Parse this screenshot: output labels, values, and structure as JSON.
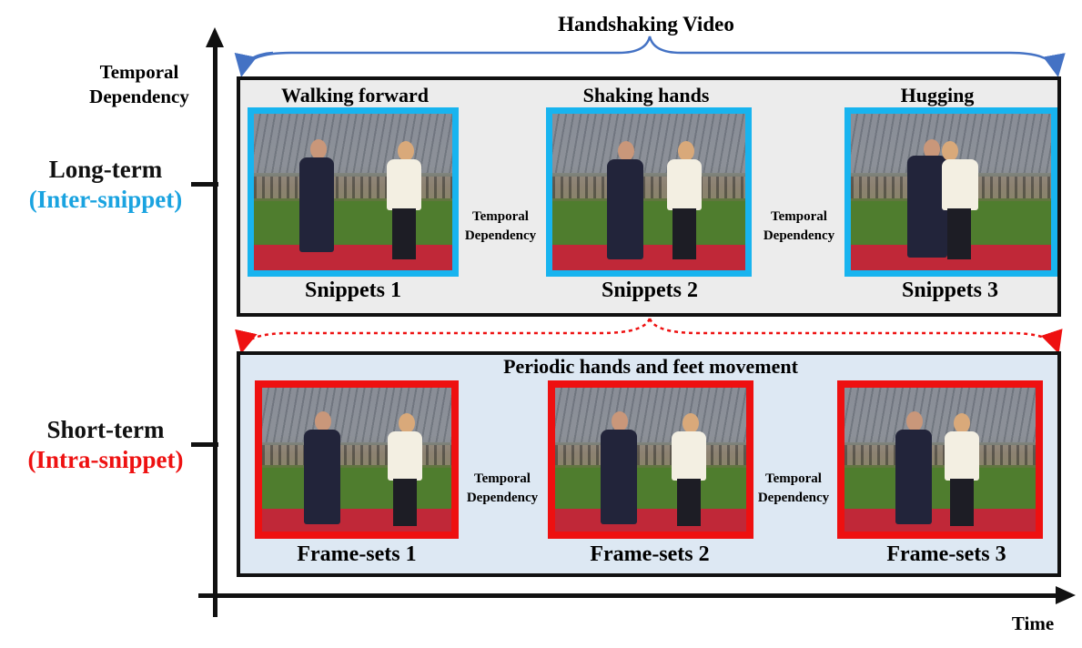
{
  "title": "Handshaking Video",
  "y_axis_label": "Temporal Dependency",
  "x_axis_label": "Time",
  "levels": {
    "long": {
      "name": "Long-term",
      "sub": "(Inter-snippet)"
    },
    "short": {
      "name": "Short-term",
      "sub": "(Intra-snippet)"
    }
  },
  "top_panel": {
    "actions": [
      "Walking forward",
      "Shaking hands",
      "Hugging"
    ],
    "captions": [
      "Snippets 1",
      "Snippets 2",
      "Snippets 3"
    ],
    "dependency_label": "Temporal Dependency",
    "frame_color": "#18b4ef"
  },
  "bottom_panel": {
    "heading": "Periodic hands and feet movement",
    "captions": [
      "Frame-sets 1",
      "Frame-sets 2",
      "Frame-sets 3"
    ],
    "dependency_label": "Temporal Dependency",
    "frame_color": "#ee1010"
  },
  "colors": {
    "brace_blue": "#4472c4",
    "brace_red": "#ee1111",
    "top_panel_bg": "#ececec",
    "bottom_panel_bg": "#dde8f3"
  }
}
